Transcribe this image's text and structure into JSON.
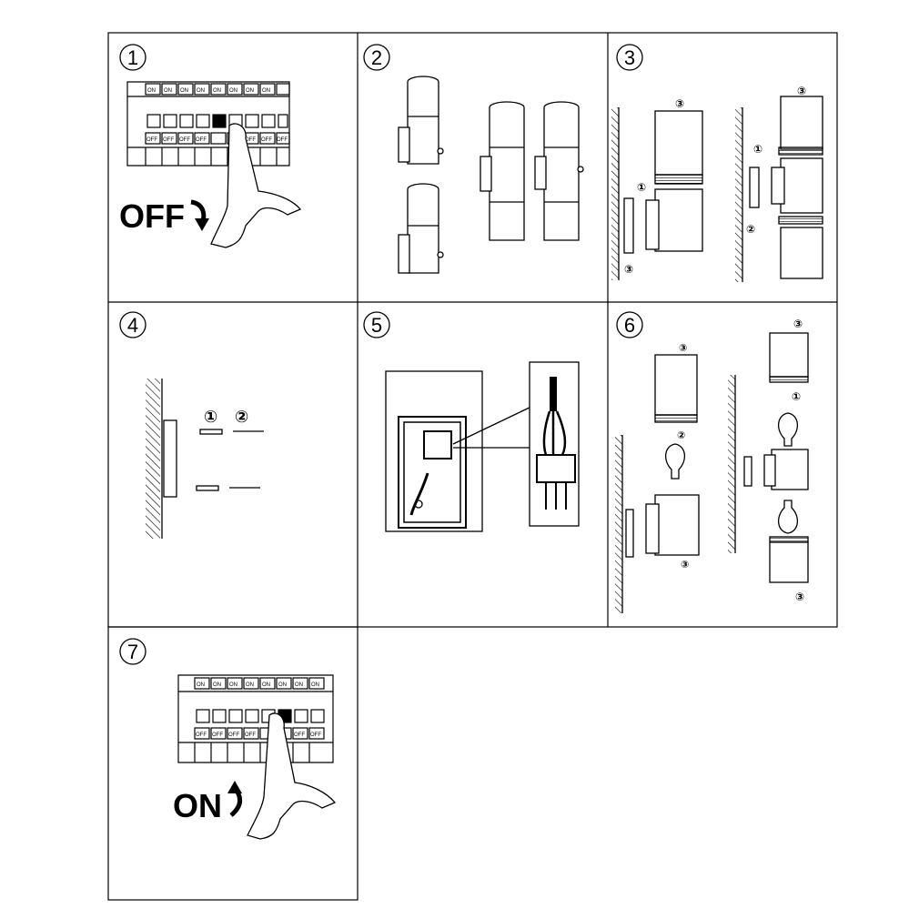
{
  "steps": [
    {
      "number": "1",
      "label": "OFF"
    },
    {
      "number": "2"
    },
    {
      "number": "3"
    },
    {
      "number": "4"
    },
    {
      "number": "5"
    },
    {
      "number": "6"
    },
    {
      "number": "7",
      "label": "ON"
    }
  ],
  "breaker": {
    "on_text": "ON",
    "off_text": "OFF"
  },
  "callouts": {
    "one": "①",
    "two": "②",
    "three": "③"
  }
}
